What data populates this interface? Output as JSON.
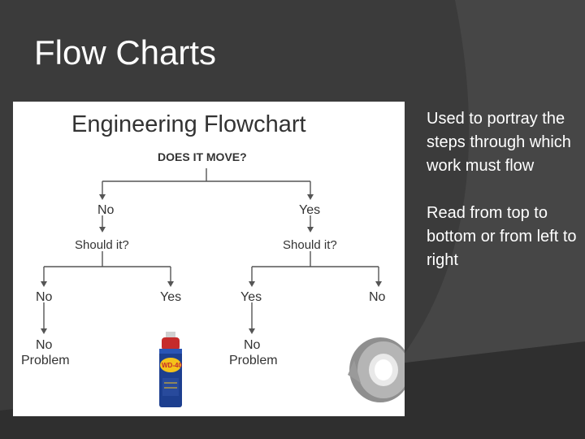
{
  "slide": {
    "title": "Flow Charts",
    "bullets": [
      "Used to portray the steps through which work must flow",
      "Read from top to bottom or from left to right"
    ]
  },
  "flowchart": {
    "heading": "Engineering Flowchart",
    "root": "DOES IT MOVE?",
    "left": {
      "answer": "No",
      "question": "Should it?",
      "left": {
        "answer": "No",
        "result": [
          "No",
          "Problem"
        ]
      },
      "right": {
        "answer": "Yes",
        "result_icon": "spray-can-icon",
        "can_label": "WD-40"
      }
    },
    "right": {
      "answer": "Yes",
      "question": "Should it?",
      "left": {
        "answer": "Yes",
        "result": [
          "No",
          "Problem"
        ]
      },
      "right": {
        "answer": "No",
        "result_icon": "duct-tape-icon"
      }
    }
  },
  "colors": {
    "background": "#3a3a3a",
    "text": "#ffffff",
    "can_blue": "#1d3f8f",
    "can_red": "#c62b2b",
    "can_yellow": "#f4c21a",
    "tape_gray": "#a9a9a9"
  }
}
